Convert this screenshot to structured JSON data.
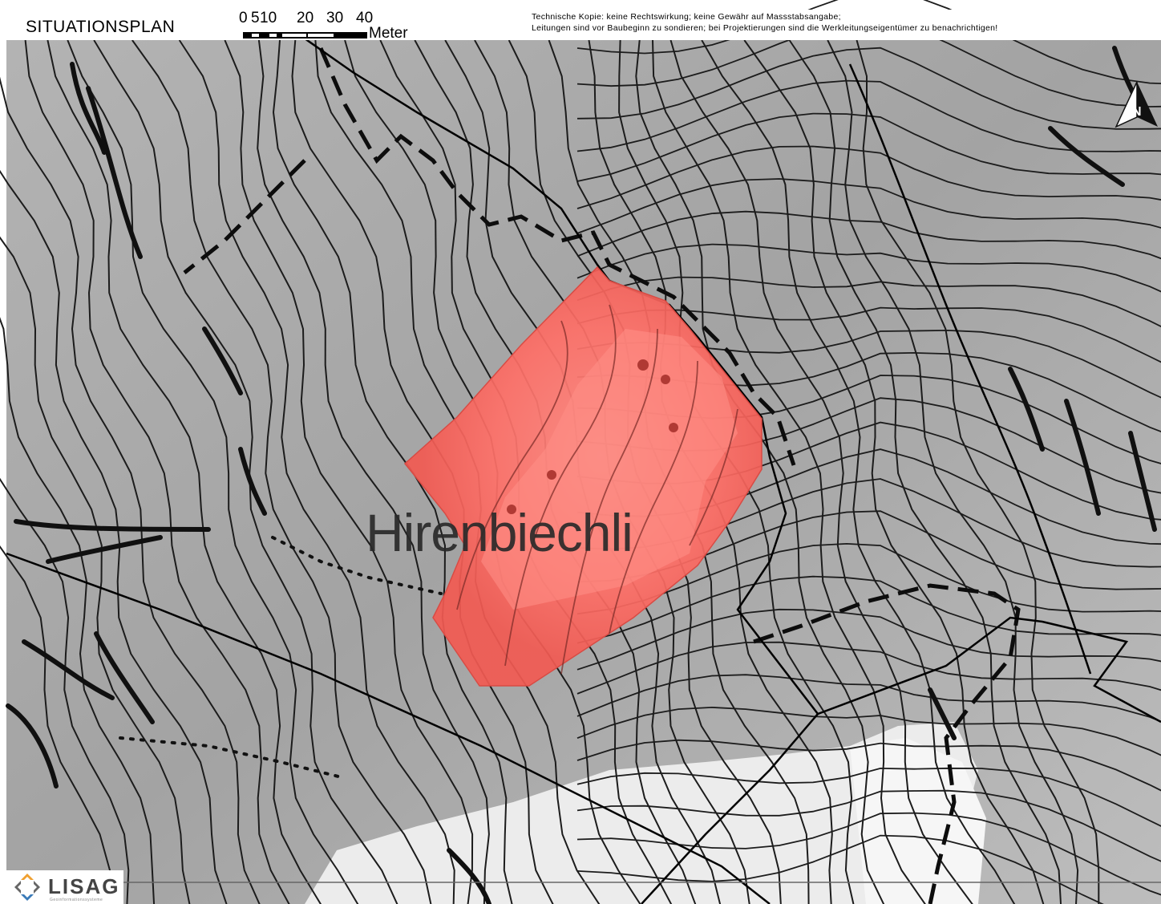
{
  "header": {
    "title": "SITUATIONSPLAN",
    "scale_labels": [
      "0",
      "5",
      "10",
      "20",
      "30",
      "40"
    ],
    "scale_unit": "Meter",
    "disclaimer_line1": "Technische Kopie: keine Rechtswirkung; keine Gewähr auf Massstabsangabe;",
    "disclaimer_line2": "Leitungen sind vor Baubeginn zu sondieren; bei Projektierungen sind die Werkleitungseigentümer zu benachrichtigen!"
  },
  "map": {
    "place_name": "Hirenbiechli",
    "highlight_color": "#ff5a55",
    "background_color": "#a9a9a9",
    "contour_color": "#1a1a1a",
    "north_arrow_icon": "north-arrow-icon"
  },
  "logo": {
    "name": "LISAG",
    "subtitle": "Geoinformationssysteme"
  }
}
